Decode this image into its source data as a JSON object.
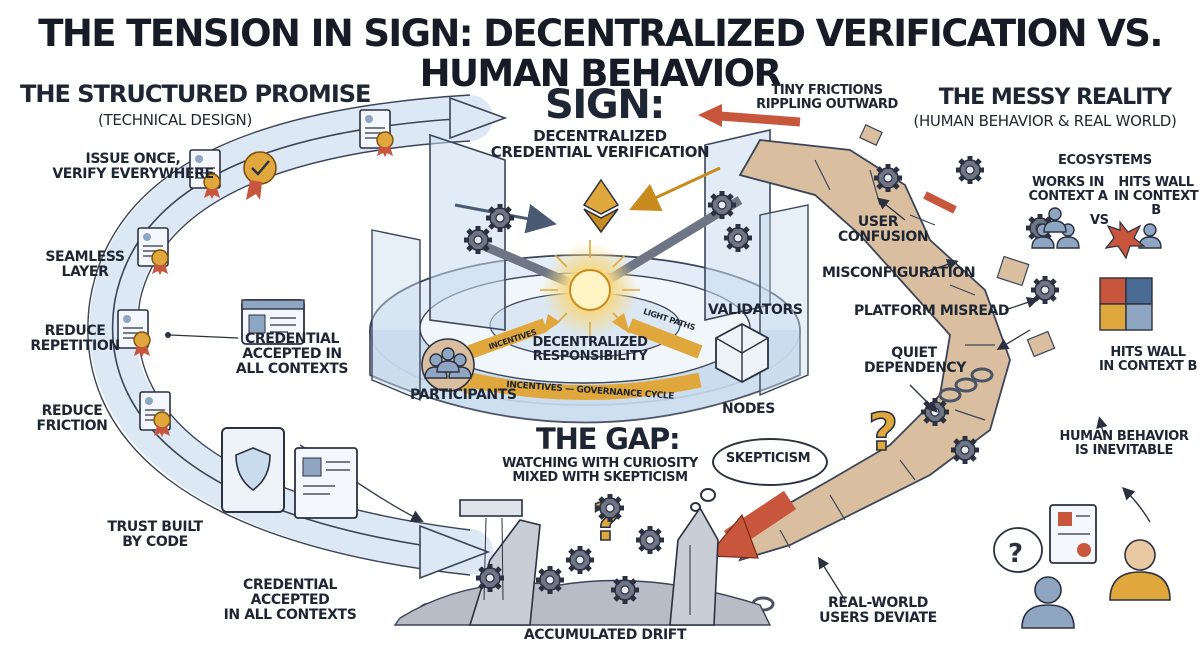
{
  "title": "THE TENSION IN SIGN: DECENTRALIZED VERIFICATION VS. HUMAN BEHAVIOR",
  "left": {
    "heading": "THE STRUCTURED PROMISE",
    "subheading": "(TECHNICAL DESIGN)",
    "labels": {
      "issue_once": [
        "ISSUE ONCE,",
        "VERIFY EVERYWHERE"
      ],
      "seamless": [
        "SEAMLESS",
        "LAYER"
      ],
      "reduce_repetition": [
        "REDUCE",
        "REPETITION"
      ],
      "credential_accepted_mid": [
        "CREDENTIAL",
        "ACCEPTED IN",
        "ALL CONTEXTS"
      ],
      "reduce_friction": [
        "REDUCE",
        "FRICTION"
      ],
      "trust_by_code": [
        "TRUST BUILT",
        "BY CODE"
      ],
      "credential_accepted_bottom": [
        "CREDENTIAL ACCEPTED",
        "IN ALL CONTEXTS"
      ]
    }
  },
  "center": {
    "heading": "SIGN:",
    "subheading": [
      "DECENTRALIZED",
      "CREDENTIAL VERIFICATION"
    ],
    "validators": "VALIDATORS",
    "participants": "PARTICIPANTS",
    "nodes": "NODES",
    "responsibility": [
      "DECENTRALIZED",
      "RESPONSIBILITY"
    ],
    "arrow_incentives": "INCENTIVES",
    "arrow_light_paths": "LIGHT PATHS",
    "arrow_cycle": "INCENTIVES — GOVERNANCE CYCLE"
  },
  "gap": {
    "heading": "THE GAP:",
    "subheading": [
      "WATCHING WITH CURIOSITY",
      "MIXED WITH SKEPTICISM"
    ],
    "skepticism": "SKEPTICISM",
    "accumulated_drift": "ACCUMULATED DRIFT"
  },
  "right": {
    "heading": "THE MESSY REALITY",
    "subheading": "(HUMAN BEHAVIOR & REAL WORLD)",
    "labels": {
      "tiny_frictions": [
        "TINY FRICTIONS",
        "RIPPLING OUTWARD"
      ],
      "ecosystems": "ECOSYSTEMS",
      "works_in_a": [
        "WORKS IN",
        "CONTEXT A"
      ],
      "vs": "VS",
      "hits_wall_top": [
        "HITS WALL",
        "IN CONTEXT B"
      ],
      "user_confusion": [
        "USER",
        "CONFUSION"
      ],
      "misconfiguration": "MISCONFIGURATION",
      "platform_misread": "PLATFORM MISREAD",
      "hits_wall_mid": [
        "HITS WALL",
        "IN CONTEXT B"
      ],
      "quiet_dependency": [
        "QUIET",
        "DEPENDENCY"
      ],
      "human_behavior": [
        "HUMAN BEHAVIOR",
        "IS INEVITABLE"
      ],
      "real_world_users": [
        "REAL-WORLD",
        "USERS DEVIATE"
      ]
    }
  },
  "colors": {
    "ink": "#1f2633",
    "path_blue": "#dce8f4",
    "glass": "#c9dcee",
    "gold": "#e0a83c",
    "brick": "#c8563c",
    "clay": "#d9bfa0",
    "gear": "#6e7584"
  },
  "icons": [
    "document-icon",
    "certificate-icon",
    "gear-icon",
    "shield-icon",
    "ethereum-icon",
    "puzzle-icon",
    "chain-icon",
    "question-icon",
    "user-icon",
    "column-icon",
    "cube-icon"
  ]
}
